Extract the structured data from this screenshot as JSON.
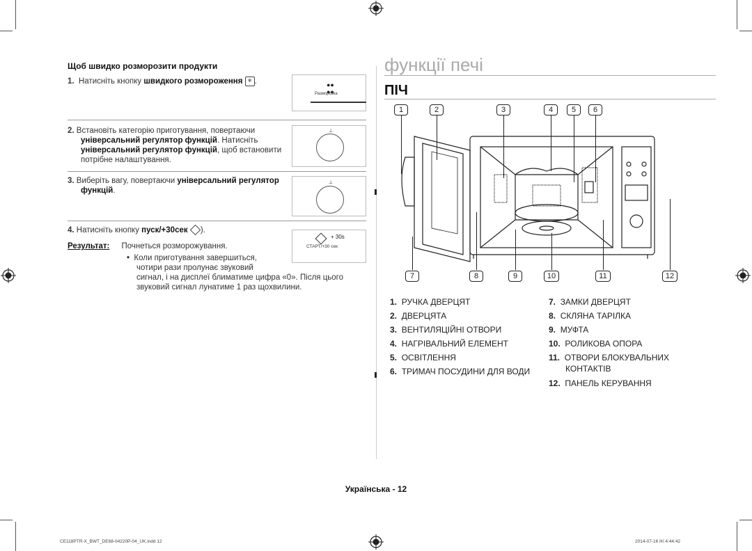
{
  "header_title": "функції печі",
  "section_title": "ПІЧ",
  "quick_defrost": {
    "heading": "Щоб швидко розморозити продукти",
    "step1": {
      "num": "1.",
      "pre": "Натисніть кнопку ",
      "bold": "швидкого розмороження",
      "post": "."
    },
    "step1_panel_label": "Разморозка",
    "step2": {
      "num": "2.",
      "line1": "Встановіть категорію приготування, повертаючи",
      "line2_bold": "універсальний регулятор функцій",
      "line2_post": ". Натисніть",
      "line3_bold": "універсальний регулятор функцій",
      "line3_post": ", щоб встановити",
      "line4": "потрібне налаштування."
    },
    "step3": {
      "num": "3.",
      "pre": "Виберіть вагу, повертаючи ",
      "bold": "універсальний регулятор",
      "line2_bold": "функцій",
      "line2_post": "."
    },
    "step4": {
      "num": "4.",
      "pre": "Натисніть кнопку ",
      "bold": "пуск/+30сек",
      "post": ")."
    },
    "start_panel": {
      "plus": "+ 30s",
      "label": "СТАРТ/+30 сек"
    },
    "result_label": "Результат:",
    "result_text": "Почнеться розморожування.",
    "bullet_line1": "Коли приготування завершиться,",
    "bullet_line2": "чотири рази пролунає звуковий",
    "bullet_line3": "сигнал, і на дисплеї блиматиме цифра «0». Після цього",
    "bullet_line4": "звуковий сигнал лунатиме 1 раз щохвилини."
  },
  "callouts_top": [
    "1",
    "2",
    "3",
    "4",
    "5",
    "6"
  ],
  "callouts_bottom": [
    "7",
    "8",
    "9",
    "10",
    "11",
    "12"
  ],
  "legend_left": [
    {
      "n": "1.",
      "t": "РУЧКА ДВЕРЦЯТ"
    },
    {
      "n": "2.",
      "t": "ДВЕРЦЯТА"
    },
    {
      "n": "3.",
      "t": "ВЕНТИЛЯЦІЙНІ ОТВОРИ"
    },
    {
      "n": "4.",
      "t": "НАГРІВАЛЬНИЙ ЕЛЕМЕНТ"
    },
    {
      "n": "5.",
      "t": "ОСВІТЛЕННЯ"
    },
    {
      "n": "6.",
      "t": "ТРИМАЧ ПОСУДИНИ ДЛЯ ВОДИ"
    }
  ],
  "legend_right": [
    {
      "n": "7.",
      "t": "ЗАМКИ ДВЕРЦЯТ"
    },
    {
      "n": "8.",
      "t": "СКЛЯНА ТАРІЛКА"
    },
    {
      "n": "9.",
      "t": "МУФТА"
    },
    {
      "n": "10.",
      "t": "РОЛИКОВА ОПОРА"
    },
    {
      "n": "11.",
      "t": "ОТВОРИ БЛОКУВАЛЬНИХ"
    },
    {
      "n": "",
      "t": "КОНТАКТІВ"
    },
    {
      "n": "12.",
      "t": "ПАНЕЛЬ КЕРУВАННЯ"
    }
  ],
  "page_footer": "Українська - 12",
  "print_left": "CE118PTR-X_BWT_DE68-04220P-04_UK.indd   12",
  "print_right": "2014-07-16   ￼ 4:44:42"
}
